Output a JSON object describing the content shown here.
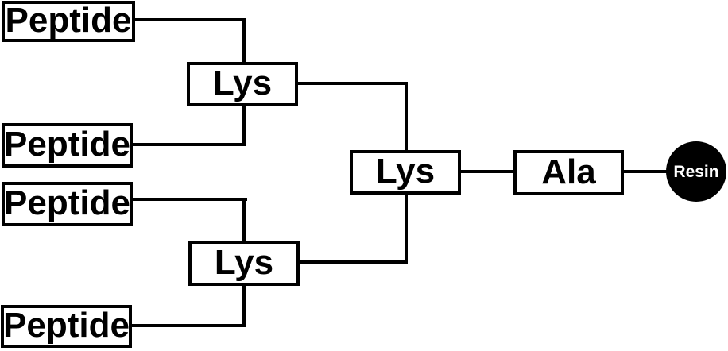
{
  "diagram": {
    "type": "branched-peptide-tree",
    "nodes": {
      "peptide_1": "Peptide",
      "peptide_2": "Peptide",
      "peptide_3": "Peptide",
      "peptide_4": "Peptide",
      "lys_top": "Lys",
      "lys_bottom": "Lys",
      "lys_core": "Lys",
      "ala": "Ala",
      "resin": "Resin"
    },
    "colors": {
      "background": "#ffffff",
      "line": "#000000",
      "box_border": "#000000",
      "box_fill": "#ffffff",
      "resin_fill": "#000000",
      "resin_text": "#ffffff"
    }
  }
}
